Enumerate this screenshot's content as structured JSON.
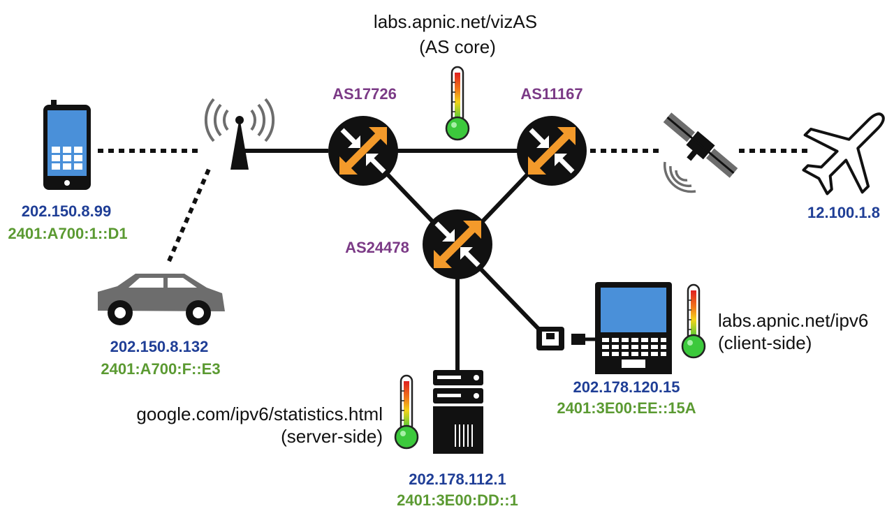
{
  "colors": {
    "ipv4": "#1f3e96",
    "ipv6": "#5b9a32",
    "asn": "#7b3a86",
    "router_body": "#111111",
    "router_arrow_orange": "#f39a2b",
    "device_screen": "#4a90d9",
    "thermo_red": "#e02020",
    "thermo_yellow": "#f2d21a",
    "thermo_green": "#3cc93c",
    "gray": "#6d6d6d"
  },
  "notes": {
    "core_url": "labs.apnic.net/vizAS",
    "core_sub": "(AS core)",
    "client_url": "labs.apnic.net/ipv6",
    "client_sub": "(client-side)",
    "server_url": "google.com/ipv6/statistics.html",
    "server_sub": "(server-side)"
  },
  "routers": {
    "r1": "AS17726",
    "r2": "AS11167",
    "r3": "AS24478"
  },
  "devices": {
    "phone": {
      "icon": "mobile-phone-icon",
      "ipv4": "202.150.8.99",
      "ipv6": "2401:A700:1::D1"
    },
    "car": {
      "icon": "car-icon",
      "ipv4": "202.150.8.132",
      "ipv6": "2401:A700:F::E3"
    },
    "plane": {
      "icon": "airplane-icon",
      "ipv4": "12.100.1.8"
    },
    "laptop": {
      "icon": "laptop-icon",
      "ipv4": "202.178.120.15",
      "ipv6": "2401:3E00:EE::15A"
    },
    "server": {
      "icon": "server-icon",
      "ipv4": "202.178.112.1",
      "ipv6": "2401:3E00:DD::1"
    }
  },
  "icons": [
    "cell-tower-icon",
    "satellite-icon",
    "ethernet-port-icon",
    "thermometer-icon",
    "router-icon"
  ]
}
